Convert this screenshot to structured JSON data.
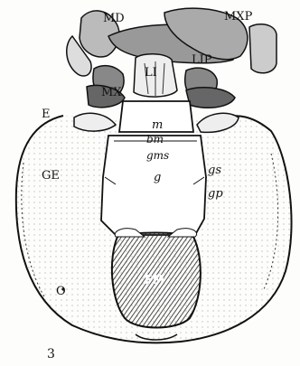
{
  "figure_number": "3",
  "labels": {
    "md": "MD",
    "mxp": "MXP",
    "li": "LI",
    "lip": "LIP",
    "mx": "MX",
    "e": "E",
    "ge": "GE",
    "m": "m",
    "bm": "bm",
    "gms": "gms",
    "gs": "gs",
    "g": "g",
    "gp": "gp",
    "o": "O",
    "fm": "FM"
  }
}
